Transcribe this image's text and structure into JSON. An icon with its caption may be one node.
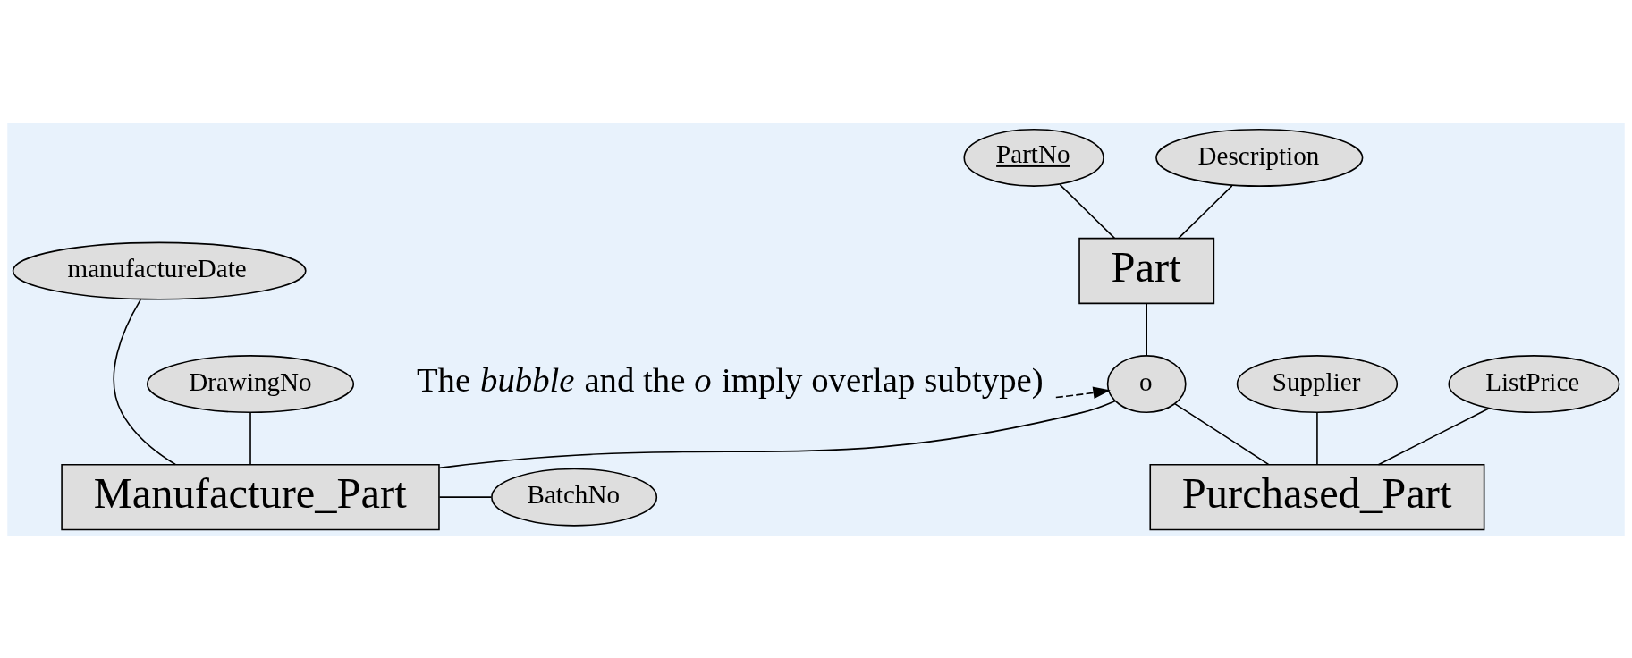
{
  "diagram": {
    "nodes": [
      {
        "text": [
          "Part"
        ]
      },
      {
        "text": [
          "PartNo"
        ]
      },
      {
        "text": [
          "Description"
        ]
      },
      {
        "text": [
          "o"
        ]
      },
      {
        "text": [
          "Manufacture_Part"
        ]
      },
      {
        "text": [
          "Purchased_Part"
        ]
      },
      {
        "text": [
          "manufactureDate"
        ]
      },
      {
        "text": [
          "DrawingNo"
        ]
      },
      {
        "text": [
          "BatchNo"
        ]
      },
      {
        "text": [
          "Supplier"
        ]
      },
      {
        "text": [
          "ListPrice"
        ]
      },
      {
        "text": [
          "The *bubble* and the *o* imply overlap subtype)"
        ]
      }
    ],
    "edges": [
      {
        "from": 1,
        "to": 0,
        "arrow": "none"
      },
      {
        "from": 2,
        "to": 0,
        "arrow": "none"
      },
      {
        "from": 0,
        "to": 3,
        "arrow": "none"
      },
      {
        "from": 3,
        "to": 4,
        "arrow": "none"
      },
      {
        "from": 3,
        "to": 5,
        "arrow": "none"
      },
      {
        "from": 6,
        "to": 4,
        "arrow": "none"
      },
      {
        "from": 7,
        "to": 4,
        "arrow": "none"
      },
      {
        "from": 4,
        "to": 8,
        "arrow": "none"
      },
      {
        "from": 9,
        "to": 5,
        "arrow": "none"
      },
      {
        "from": 10,
        "to": 5,
        "arrow": "none"
      },
      {
        "from": 11,
        "to": 3,
        "arrow": "to",
        "style": "dashed"
      }
    ]
  }
}
